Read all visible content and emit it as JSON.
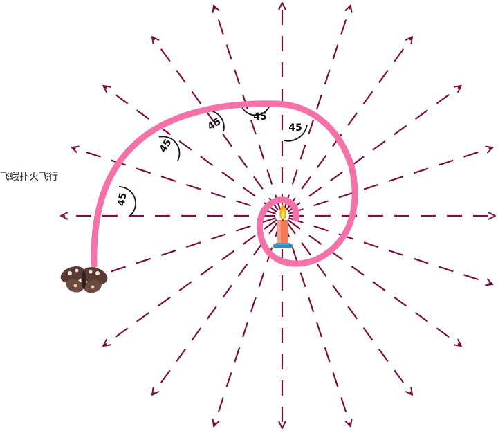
{
  "caption": "飞蛾扑火飞行",
  "angle_labels": [
    "45",
    "45",
    "45",
    "45",
    "45"
  ],
  "light_source": {
    "icon": "candle-icon",
    "ray_count": 20
  },
  "moth": {
    "icon": "moth-icon"
  },
  "colors": {
    "rays": "#7a0f3f",
    "spiral": "#f472a8",
    "candle_body": "#f07a5a",
    "flame": "#ffb000",
    "base": "#2a8fb8"
  }
}
